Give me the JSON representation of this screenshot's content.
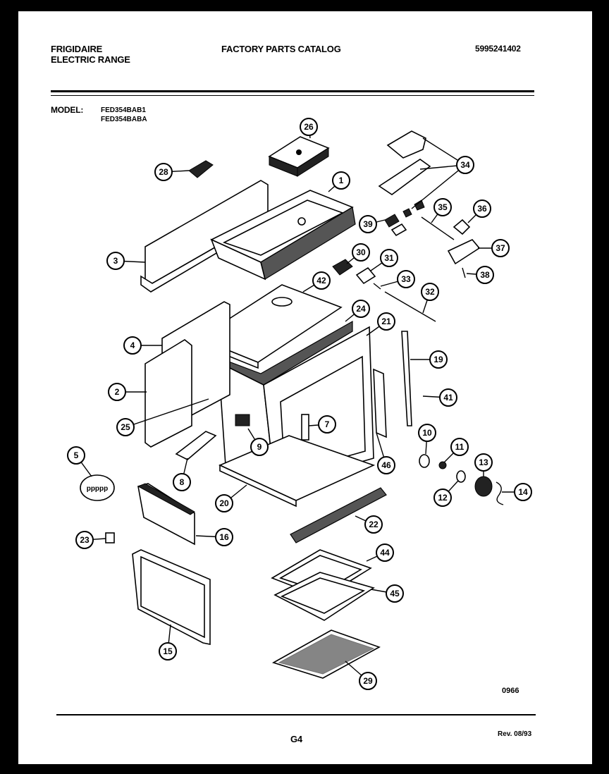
{
  "header": {
    "brand": "FRIGIDAIRE",
    "product": "ELECTRIC RANGE",
    "catalog_title": "FACTORY PARTS CATALOG",
    "catalog_number": "5995241402",
    "model_label": "MODEL:",
    "models": [
      "FED354BAB1",
      "FED354BABA"
    ]
  },
  "callouts": [
    "26",
    "28",
    "1",
    "3",
    "34",
    "35",
    "36",
    "39",
    "30",
    "31",
    "37",
    "38",
    "33",
    "32",
    "42",
    "24",
    "21",
    "4",
    "19",
    "2",
    "41",
    "7",
    "25",
    "10",
    "9",
    "11",
    "5",
    "13",
    "46",
    "8",
    "14",
    "12",
    "20",
    "22",
    "16",
    "23",
    "44",
    "45",
    "15",
    "29"
  ],
  "footer": {
    "diagram_code": "0966",
    "page": "G4",
    "revision": "Rev. 08/93"
  }
}
